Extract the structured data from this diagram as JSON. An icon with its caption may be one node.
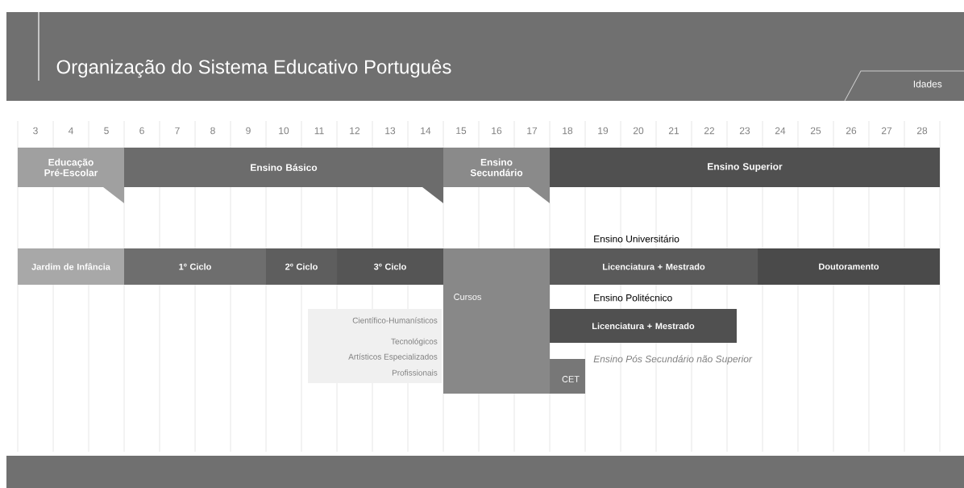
{
  "diagram": {
    "title": "Organização do Sistema Educativo Português",
    "nodes": [
      {
        "text": [
          "Educação Pré-Escolar"
        ]
      },
      {
        "text": [
          "Ensino Básico"
        ]
      },
      {
        "text": [
          "Ensino Secundário"
        ]
      },
      {
        "text": [
          "Ensino Superior"
        ]
      },
      {
        "text": [
          "Jardim de Infância"
        ]
      },
      {
        "text": [
          "1º Ciclo"
        ]
      },
      {
        "text": [
          "2º Ciclo"
        ]
      },
      {
        "text": [
          "3º Ciclo"
        ]
      },
      {
        "text": [
          "Cursos"
        ]
      },
      {
        "text": [
          "CET"
        ]
      },
      {
        "text": [
          "Licenciatura + Mestrado"
        ]
      },
      {
        "text": [
          "Doutoramento"
        ]
      },
      {
        "text": [
          "Licenciatura + Mestrado"
        ]
      }
    ],
    "edges": [],
    "labels": [
      "Idades",
      "3",
      "4",
      "5",
      "6",
      "7",
      "8",
      "9",
      "10",
      "11",
      "12",
      "13",
      "14",
      "15",
      "16",
      "17",
      "18",
      "19",
      "20",
      "21",
      "22",
      "23",
      "24",
      "25",
      "26",
      "27",
      "28",
      "Ensino Universitário",
      "Ensino Politécnico",
      "Científico-Humanísticos",
      "Tecnológicos",
      "Artísticos Especializados",
      "Profissionais",
      "Ensino Pós Secundário não Superior"
    ]
  }
}
